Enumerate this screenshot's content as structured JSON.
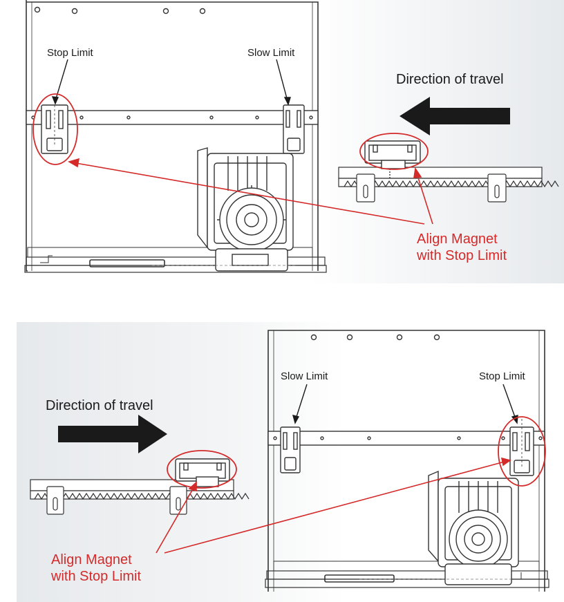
{
  "colors": {
    "line": "#333333",
    "highlight": "#d42a2a",
    "arrow": "#1a1a1a",
    "background_left": "#ffffff",
    "background_right": "#e6e9ec"
  },
  "top_panel": {
    "stop_limit_label": "Stop Limit",
    "slow_limit_label": "Slow Limit",
    "direction_label": "Direction of travel",
    "direction_arrow": "left-arrow-icon",
    "align_label_line1": "Align Magnet",
    "align_label_line2": "with Stop Limit"
  },
  "bottom_panel": {
    "slow_limit_label": "Slow Limit",
    "stop_limit_label": "Stop Limit",
    "direction_label": "Direction of travel",
    "direction_arrow": "right-arrow-icon",
    "align_label_line1": "Align Magnet",
    "align_label_line2": "with Stop Limit"
  }
}
